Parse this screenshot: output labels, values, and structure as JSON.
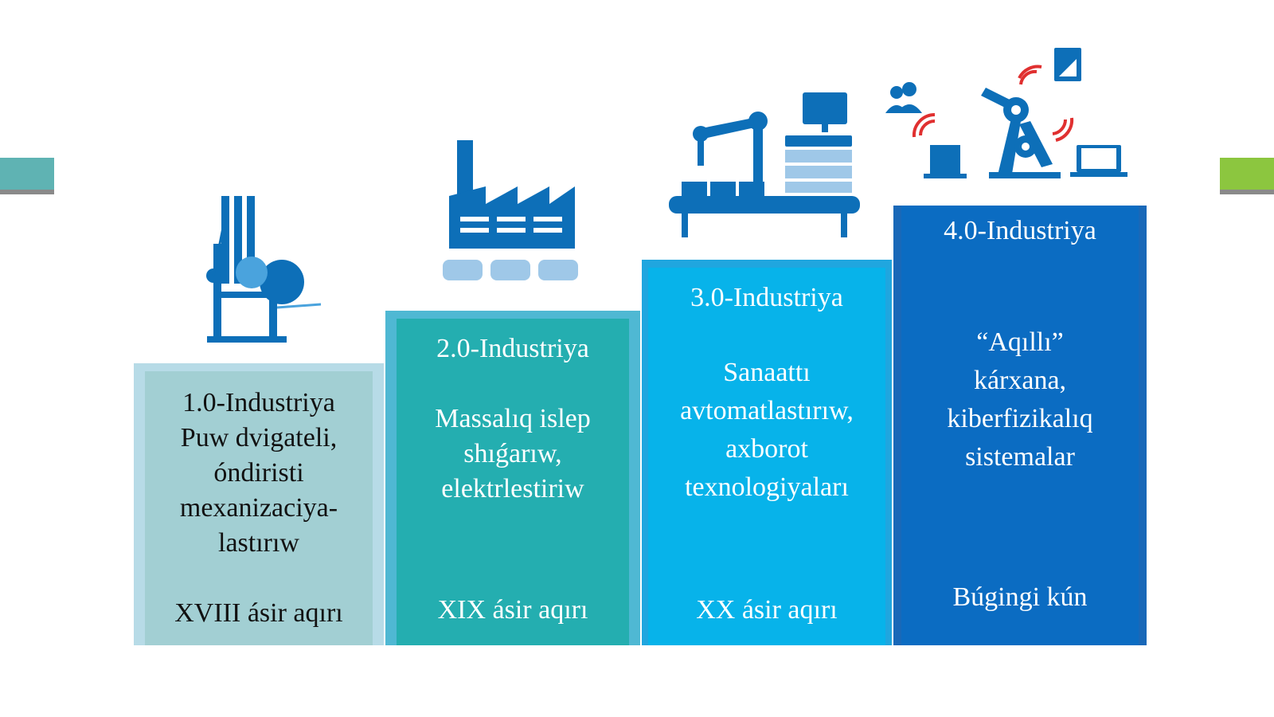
{
  "steps": [
    {
      "title": "1.0-Industriya",
      "desc": [
        "Puw dvigateli,",
        "óndiristi",
        "mexanizaciya-",
        "lastırıw"
      ],
      "era": "XVIII ásir aqırı"
    },
    {
      "title": "2.0-Industriya",
      "desc": [
        "Massalıq islep",
        "shıǵarıw,",
        "elektrlestiriw"
      ],
      "era": "XIX ásir aqırı"
    },
    {
      "title": "3.0-Industriya",
      "desc": [
        "Sanaattı",
        "avtomatlastırıw,",
        "axborot",
        "texnologiyaları"
      ],
      "era": "XX ásir aqırı"
    },
    {
      "title": "4.0-Industriya",
      "desc": [
        "“Aqıllı”",
        "kárxana,",
        "kiberfizikalıq",
        "sistemalar"
      ],
      "era": "Búgingi kún"
    }
  ],
  "colors": {
    "step1": "#a2cfd3",
    "step2": "#24aeb0",
    "step3": "#07b3ea",
    "step4": "#0b6cc2",
    "icon": "#0d6fb8"
  },
  "icons": [
    "steam-engine-icon",
    "factory-icon",
    "assembly-line-robot-icon",
    "smart-factory-icon"
  ]
}
